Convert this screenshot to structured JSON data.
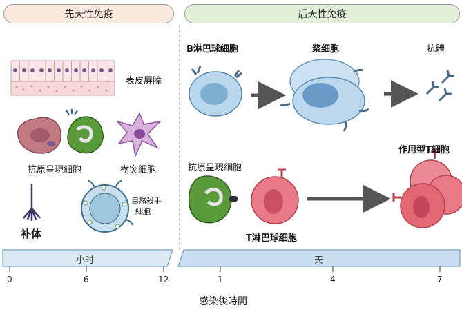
{
  "header": {
    "innate_title": "先天性免疫",
    "adaptive_title": "后天性免疫"
  },
  "innate": {
    "epithelial_barrier": "表皮屏障",
    "antigen_presenting_cell": "抗原呈現細胞",
    "dendritic_cell": "樹突細胞",
    "complement": "补体",
    "nk_cell_line1": "自然殺手",
    "nk_cell_line2": "細胞"
  },
  "adaptive": {
    "b_cell": "B淋巴球細胞",
    "plasma_cell": "浆细胞",
    "antibody": "抗體",
    "apc": "抗原呈現細胞",
    "t_cell": "T淋巴球细胞",
    "effector_t_cell": "作用型T細胞"
  },
  "timeline": {
    "innate_unit": "小时",
    "adaptive_unit": "天",
    "ticks_innate": [
      "0",
      "6",
      "12"
    ],
    "ticks_adaptive": [
      "1",
      "4",
      "7"
    ],
    "axis_title": "感染後時間"
  },
  "colors": {
    "innate_pill": "#fbeade",
    "adaptive_pill": "#e2efd9",
    "bar_innate": "#dbe9f4",
    "bar_adaptive": "#c9def0"
  }
}
